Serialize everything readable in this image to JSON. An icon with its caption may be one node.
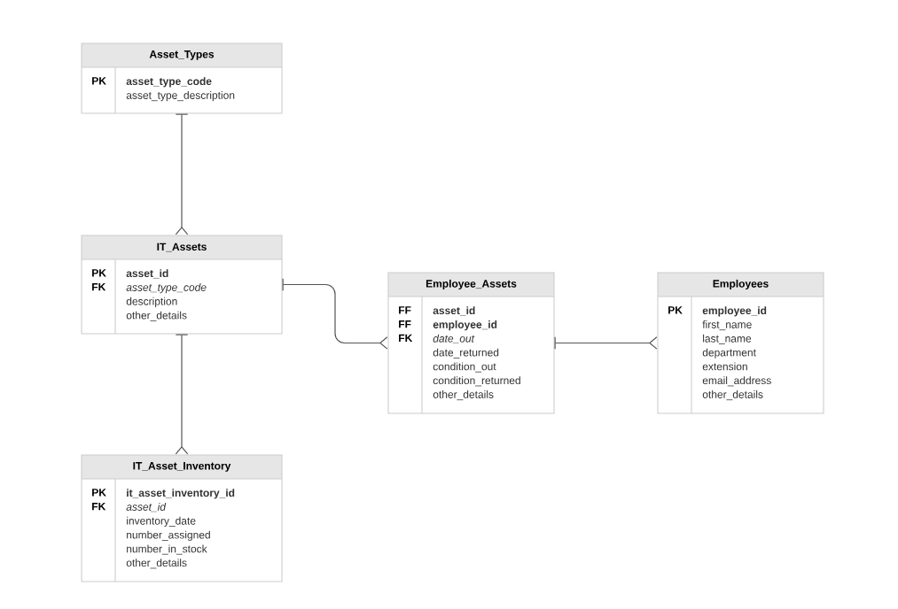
{
  "diagram": {
    "nodes": [
      {
        "text": [
          "Asset_Types",
          "PK",
          "**asset_type_code** asset_type_description"
        ]
      },
      {
        "text": [
          "IT_Assets",
          "PK FK",
          "**asset_id** *asset_type_code* description other_details"
        ]
      },
      {
        "text": [
          "IT_Asset_Inventory",
          "PK FK",
          "**it_asset_inventory_id** *asset_id* inventory_date number_assigned number_in_stock other_details"
        ]
      },
      {
        "text": [
          "Employee_Assets",
          "FF FF FK",
          "**asset_id** **employee_id** *date_out* date_returned condition_out condition_returned other_details"
        ]
      },
      {
        "text": [
          "Employees",
          "PK",
          "**employee_id** first_name last_name department extension email_address other_details"
        ]
      }
    ],
    "edges": [
      {
        "from": 0,
        "to": 1,
        "arrow": "other"
      },
      {
        "from": 1,
        "to": 3,
        "arrow": "other"
      },
      {
        "from": 1,
        "to": 2,
        "arrow": "other"
      },
      {
        "from": 3,
        "to": 4,
        "arrow": "other"
      }
    ]
  }
}
